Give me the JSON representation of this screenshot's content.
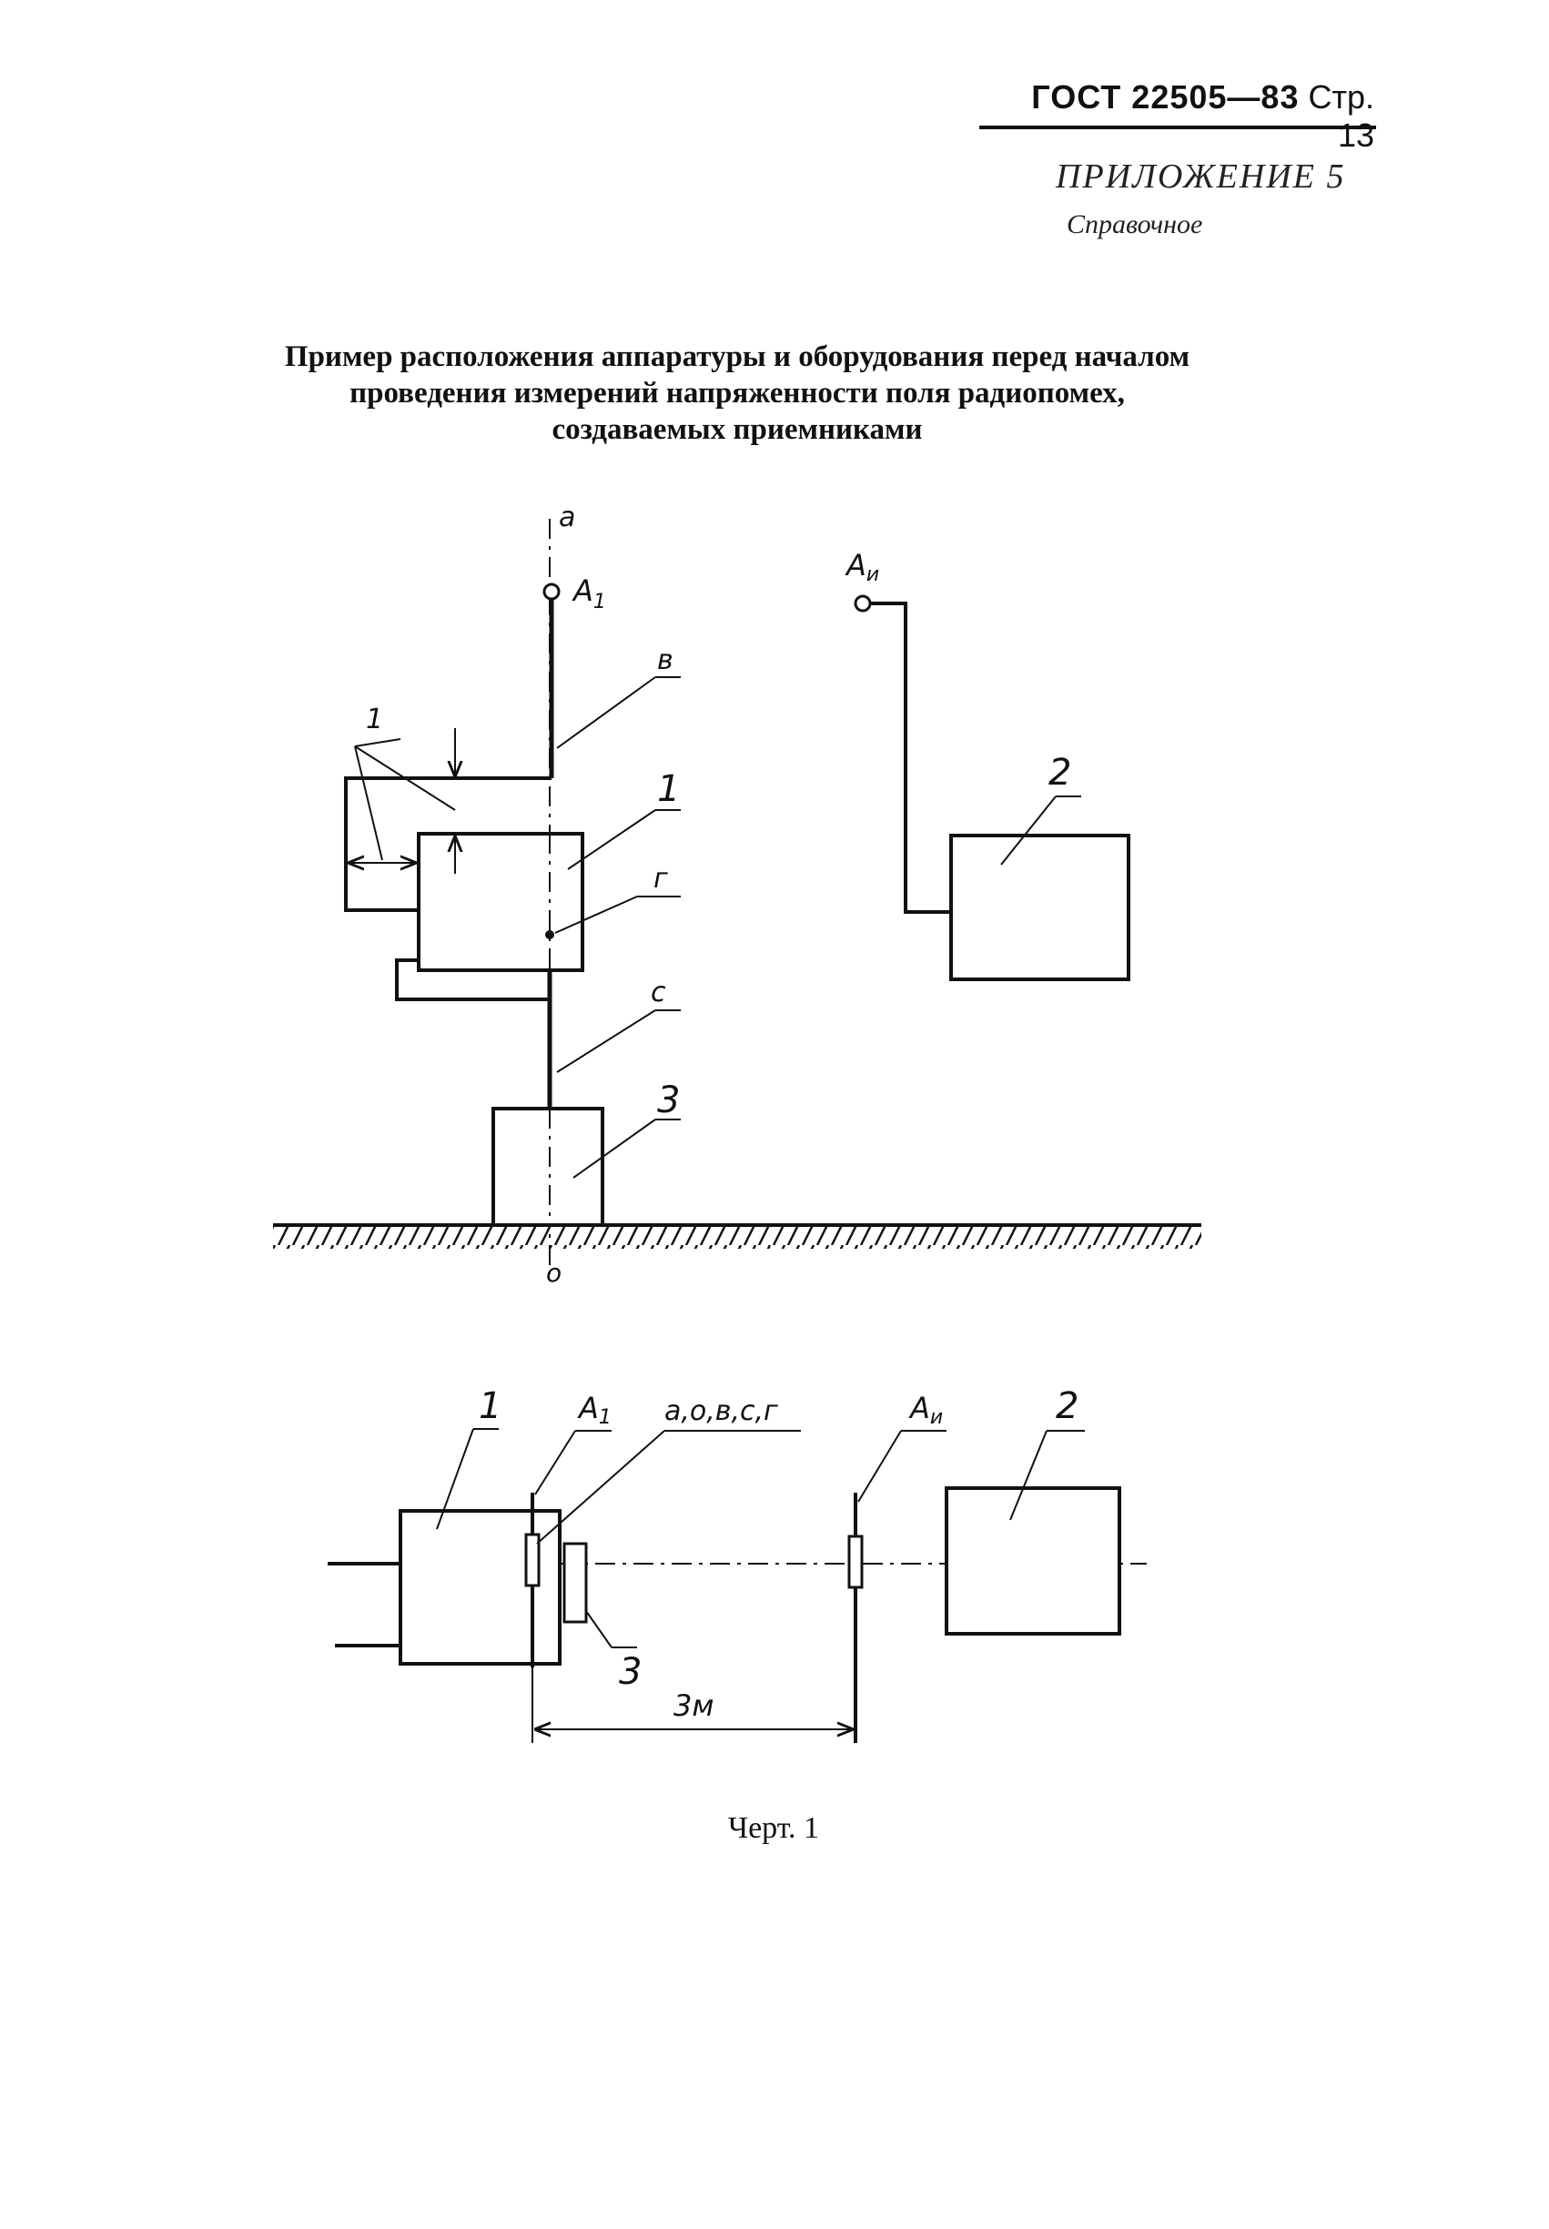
{
  "header": {
    "standard": "ГОСТ 22505—83",
    "page": "Стр. 13"
  },
  "appendix": {
    "title": "ПРИЛОЖЕНИЕ 5",
    "status": "Справочное"
  },
  "title_lines": [
    "Пример расположения аппаратуры и оборудования перед началом",
    "проведения измерений напряженности поля радиопомех,",
    "создаваемых приемниками"
  ],
  "diagram": {
    "elevation_labels": {
      "axis_top": "a",
      "antenna_receiver": "A",
      "antenna_receiver_sub": "1",
      "lead_upper": "в",
      "dimension": "1",
      "unit_1": "1",
      "center_point": "г",
      "lead_lower": "c",
      "unit_3": "3",
      "ground_point": "o",
      "antenna_meter": "A",
      "antenna_meter_sub": "и",
      "unit_2": "2"
    },
    "plan_labels": {
      "unit_1": "1",
      "antenna_receiver": "A",
      "antenna_receiver_sub": "1",
      "points": "a,o,в,c,г",
      "antenna_meter": "A",
      "antenna_meter_sub": "и",
      "unit_2": "2",
      "unit_3": "3",
      "distance": "3м"
    }
  },
  "caption": "Черт. 1"
}
